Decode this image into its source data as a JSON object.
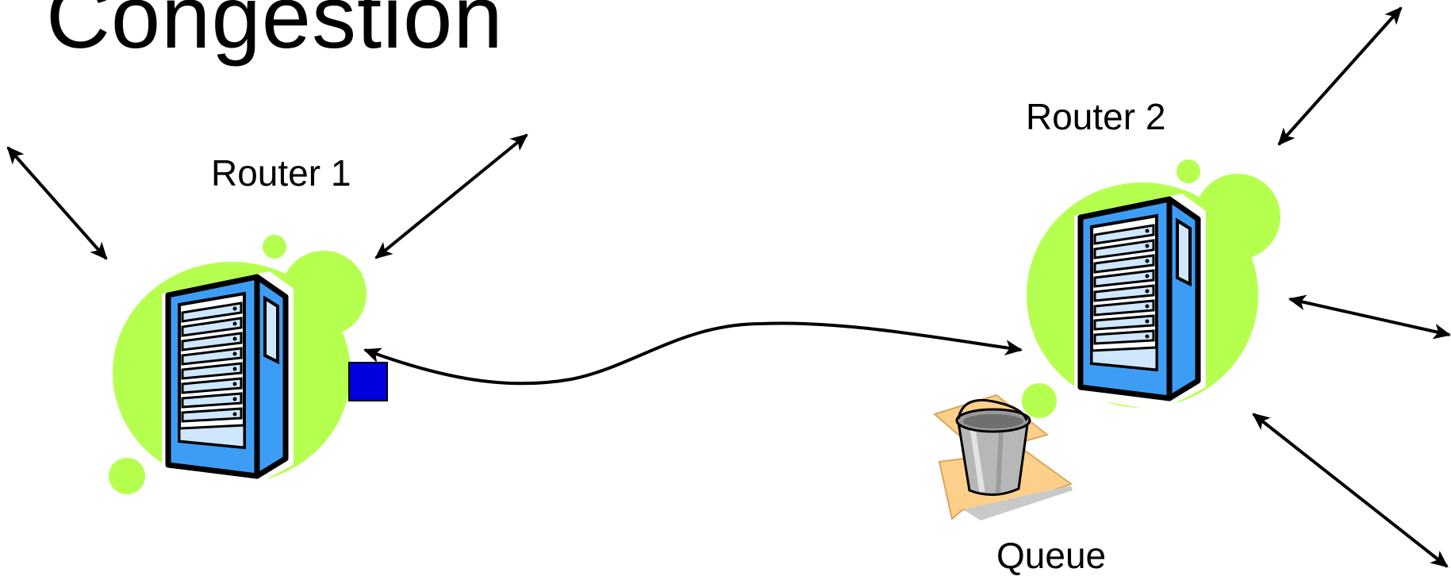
{
  "slide": {
    "title": "Congestion"
  },
  "routers": [
    {
      "label": "Router 1"
    },
    {
      "label": "Router 2"
    }
  ],
  "queue": {
    "label": "Queue"
  },
  "colors": {
    "blob_green": "#b5ff4f",
    "server_blue": "#3d9df5",
    "server_light_blue": "#cfe6fc",
    "server_outline": "#000000",
    "packet_blue": "#0000dd",
    "bucket_paper": "#fcd08a",
    "bucket_metal": "#b7b7b7",
    "arrow": "#000000"
  },
  "icons": {
    "router1": "server-rack-icon",
    "router2": "server-rack-icon",
    "queue": "bucket-icon",
    "packet": "square-packet-icon"
  }
}
